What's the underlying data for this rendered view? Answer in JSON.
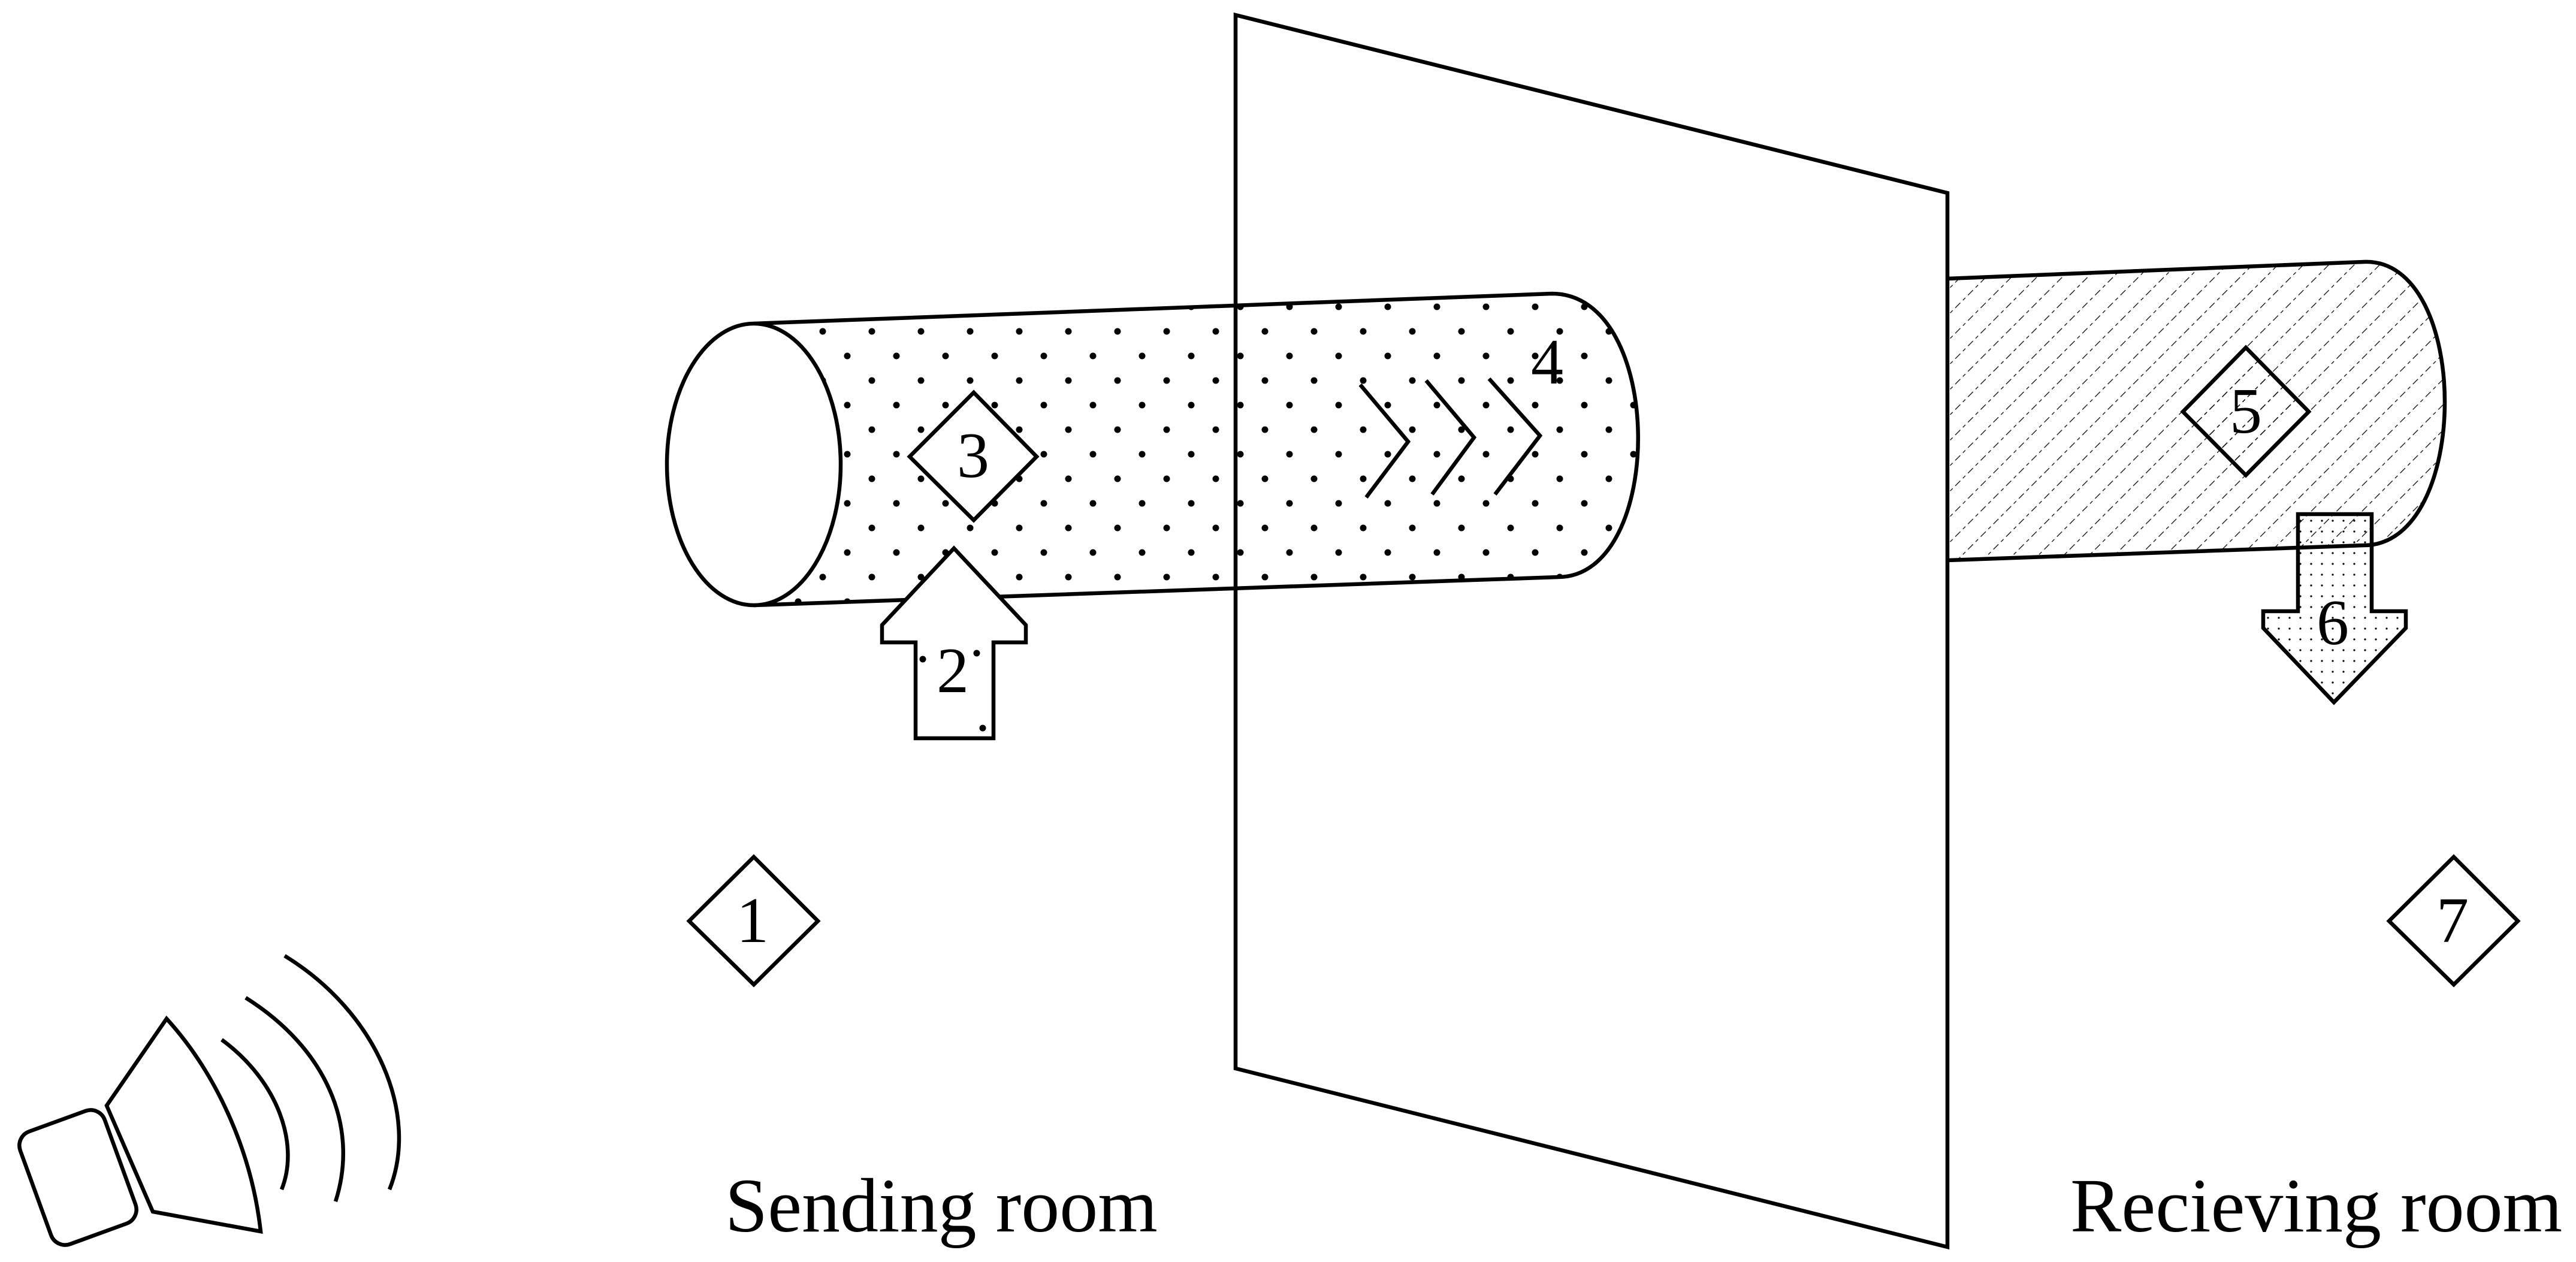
{
  "labels": {
    "source_room": "1",
    "incident_flux": "2",
    "sending_path": "3",
    "transmission": "4",
    "receiving_path": "5",
    "radiated_flux": "6",
    "receiving_room_marker": "7"
  },
  "rooms": {
    "sending": "Sending room",
    "receiving": "Recieving room"
  },
  "colors": {
    "stroke": "#000000",
    "background": "#ffffff"
  },
  "icons": {
    "sound_source": "loudspeaker-icon"
  }
}
